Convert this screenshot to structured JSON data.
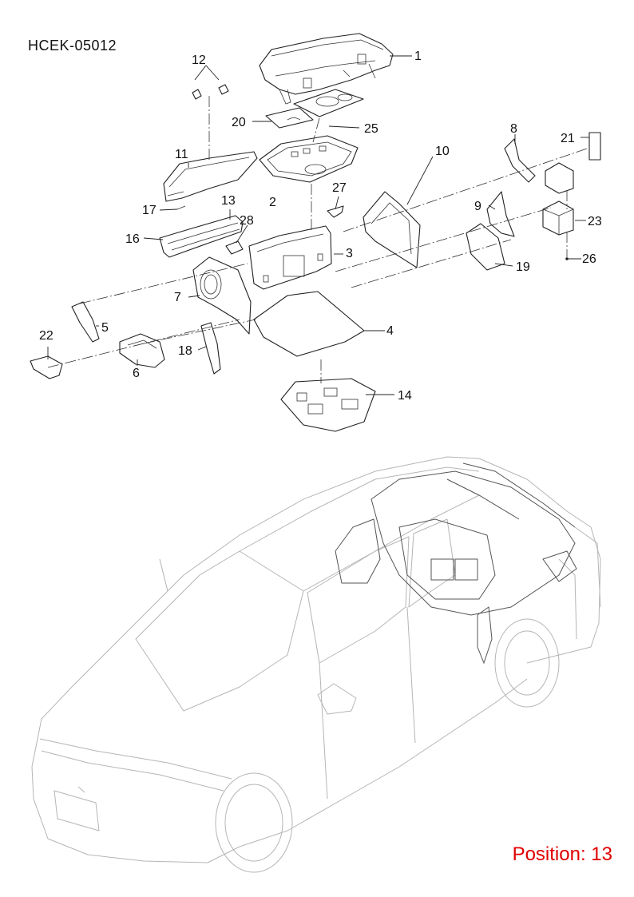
{
  "diagram_code": "HCEK-05012",
  "position_label": "Position: 13",
  "position_color": "#e00000",
  "callouts": [
    "1",
    "2",
    "3",
    "4",
    "5",
    "6",
    "7",
    "8",
    "9",
    "10",
    "11",
    "12",
    "13",
    "14",
    "16",
    "17",
    "18",
    "19",
    "20",
    "21",
    "22",
    "23",
    "25",
    "26",
    "27",
    "28"
  ]
}
